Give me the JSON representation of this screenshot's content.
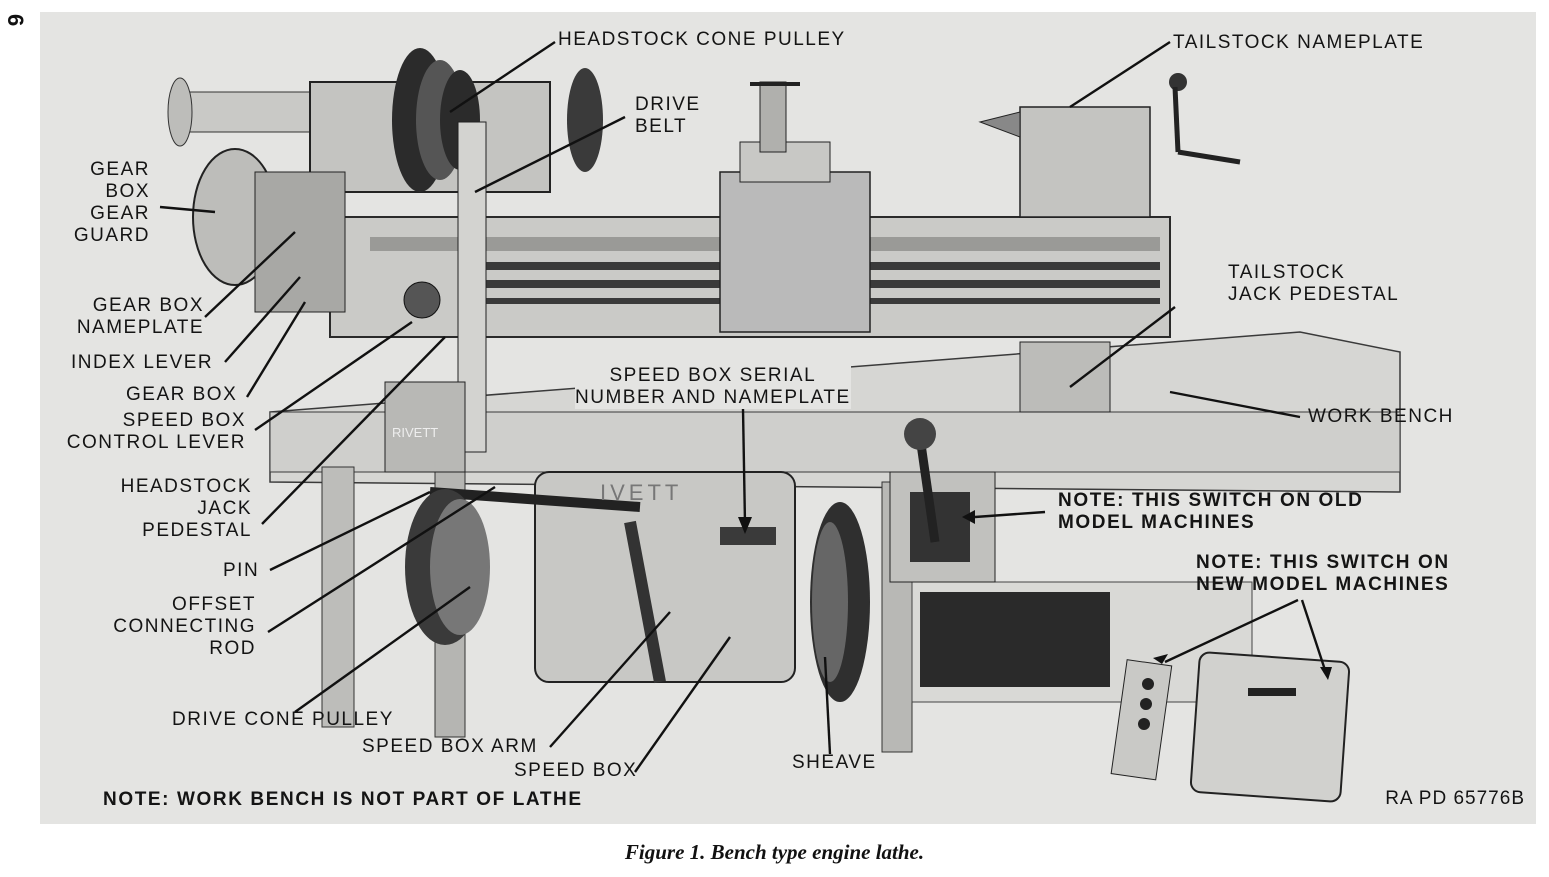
{
  "page_number": "6",
  "caption": "Figure 1.   Bench type engine lathe.",
  "reference_code": "RA PD 65776B",
  "bench_note": "NOTE:   WORK BENCH IS NOT PART OF LATHE",
  "nameplate_text": "RIVETT",
  "motor_text": "IVETT",
  "labels": {
    "headstock_cone_pulley": "HEADSTOCK CONE PULLEY",
    "tailstock_nameplate": "TAILSTOCK NAMEPLATE",
    "drive_belt": [
      "DRIVE",
      "BELT"
    ],
    "gear_box_gear_guard": [
      "GEAR",
      "BOX",
      "GEAR",
      "GUARD"
    ],
    "gear_box_nameplate": [
      "GEAR BOX",
      "NAMEPLATE"
    ],
    "index_lever": "INDEX LEVER",
    "gear_box": "GEAR BOX",
    "speed_box_control_lever": [
      "SPEED BOX",
      "CONTROL LEVER"
    ],
    "headstock_jack_pedestal": [
      "HEADSTOCK",
      "JACK",
      "PEDESTAL"
    ],
    "pin": "PIN",
    "offset_connecting_rod": [
      "OFFSET",
      "CONNECTING",
      "ROD"
    ],
    "drive_cone_pulley": "DRIVE CONE PULLEY",
    "speed_box_arm": "SPEED BOX ARM",
    "speed_box": "SPEED BOX",
    "sheave": "SHEAVE",
    "speed_box_serial": [
      "SPEED BOX SERIAL",
      "NUMBER AND NAMEPLATE"
    ],
    "tailstock_jack_pedestal": [
      "TAILSTOCK",
      "JACK PEDESTAL"
    ],
    "work_bench": "WORK BENCH",
    "note_old_switch": [
      "NOTE:   THIS SWITCH ON OLD",
      "MODEL MACHINES"
    ],
    "note_new_switch": [
      "NOTE:   THIS SWITCH ON",
      "NEW MODEL MACHINES"
    ]
  }
}
